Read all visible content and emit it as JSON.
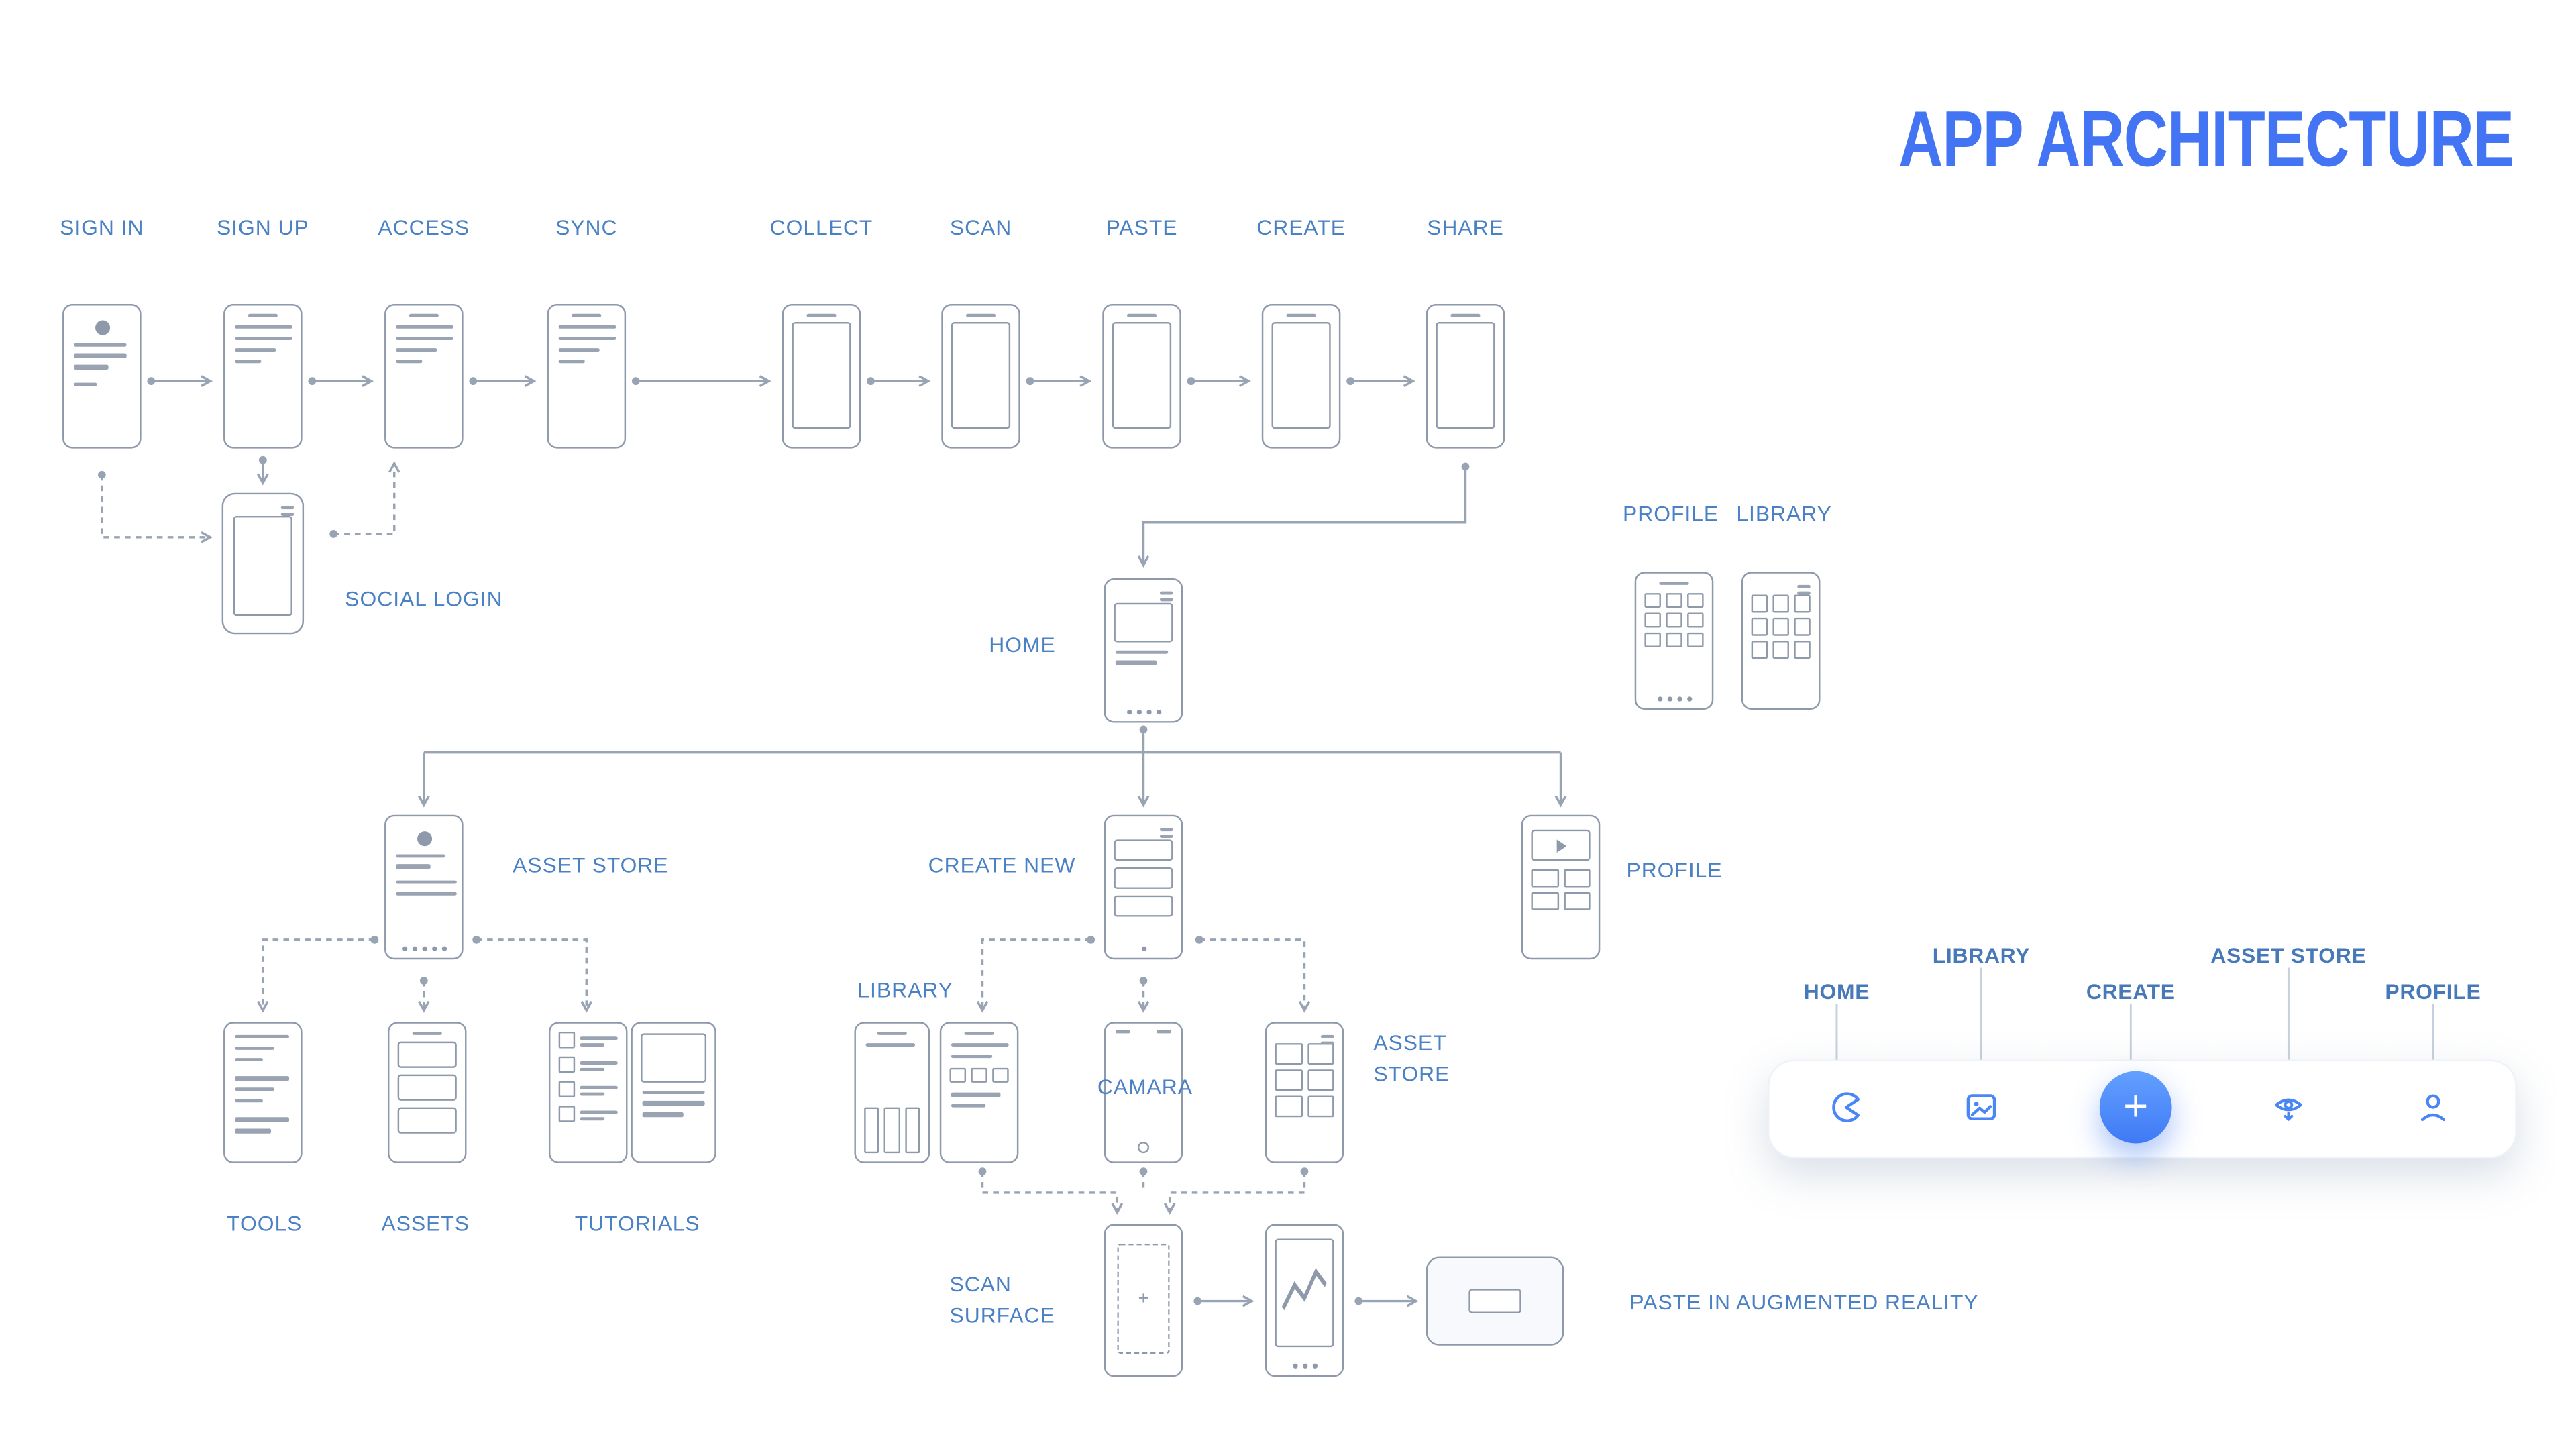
{
  "title": "APP ARCHITECTURE",
  "colors": {
    "accent": "#4374F4",
    "label_blue": "#4A80C4",
    "wireframe_gray": "#8E99AA",
    "nav_icon_blue": "#4A86F7"
  },
  "top_flow": [
    "SIGN IN",
    "SIGN UP",
    "ACCESS",
    "SYNC",
    "COLLECT",
    "SCAN",
    "PASTE",
    "CREATE",
    "SHARE"
  ],
  "labels": {
    "social_login": "SOCIAL LOGIN",
    "home": "HOME",
    "profile_top": "PROFILE",
    "library_top": "LIBRARY",
    "asset_store": "ASSET STORE",
    "create_new": "CREATE NEW",
    "profile_mid": "PROFILE",
    "tools": "TOOLS",
    "assets": "ASSETS",
    "tutorials": "TUTORIALS",
    "library_bottom": "LIBRARY",
    "camera": "CAMARA",
    "asset_store_bottom": "ASSET STORE",
    "scan_surface": "SCAN SURFACE",
    "paste_ar": "PASTE IN AUGMENTED REALITY"
  },
  "navbar": {
    "items": [
      {
        "label": "HOME",
        "icon": "logo-icon"
      },
      {
        "label": "LIBRARY",
        "icon": "image-icon"
      },
      {
        "label": "CREATE",
        "icon": "plus-icon"
      },
      {
        "label": "ASSET STORE",
        "icon": "eye-ar-icon"
      },
      {
        "label": "PROFILE",
        "icon": "person-icon"
      }
    ]
  }
}
